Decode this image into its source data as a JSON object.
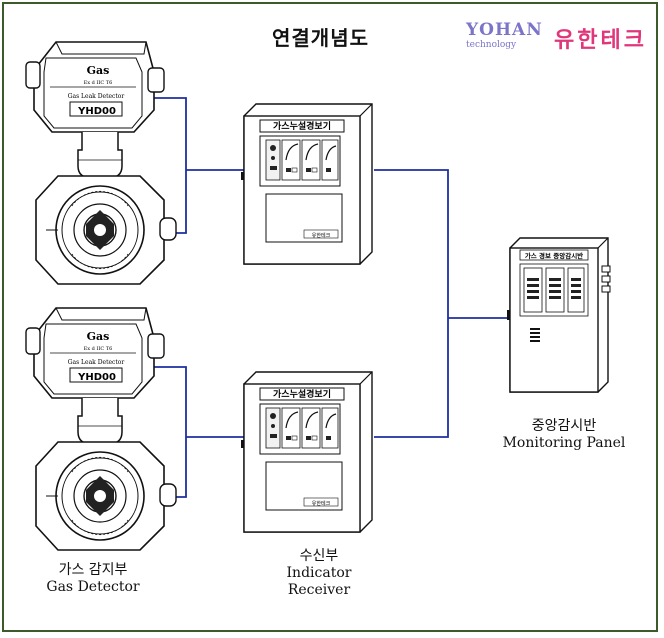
{
  "title": "연결개념도",
  "logo": {
    "brand_en": "YOHAN",
    "brand_sub": "technology",
    "brand_ko": "유한테크"
  },
  "detector": {
    "label_gas": "Gas",
    "label_exd": "Ex d IIC T6",
    "label_detector": "Gas Leak Detector",
    "label_model": "YHD00",
    "caption_ko": "가스 감지부",
    "caption_en": "Gas Detector"
  },
  "receiver": {
    "panel_title": "가스누설경보기",
    "maker_label": "유한테크",
    "caption_ko": "수신부",
    "caption_en1": "Indicator",
    "caption_en2": "Receiver"
  },
  "monitor": {
    "panel_title": "가스 경보 중앙감시반",
    "caption_ko": "중앙감시반",
    "caption_en": "Monitoring Panel"
  },
  "colors": {
    "wire": "#1f2fa0",
    "frame": "#3d5a2a",
    "brand_en": "#7b74c8",
    "brand_ko": "#e0367a"
  }
}
